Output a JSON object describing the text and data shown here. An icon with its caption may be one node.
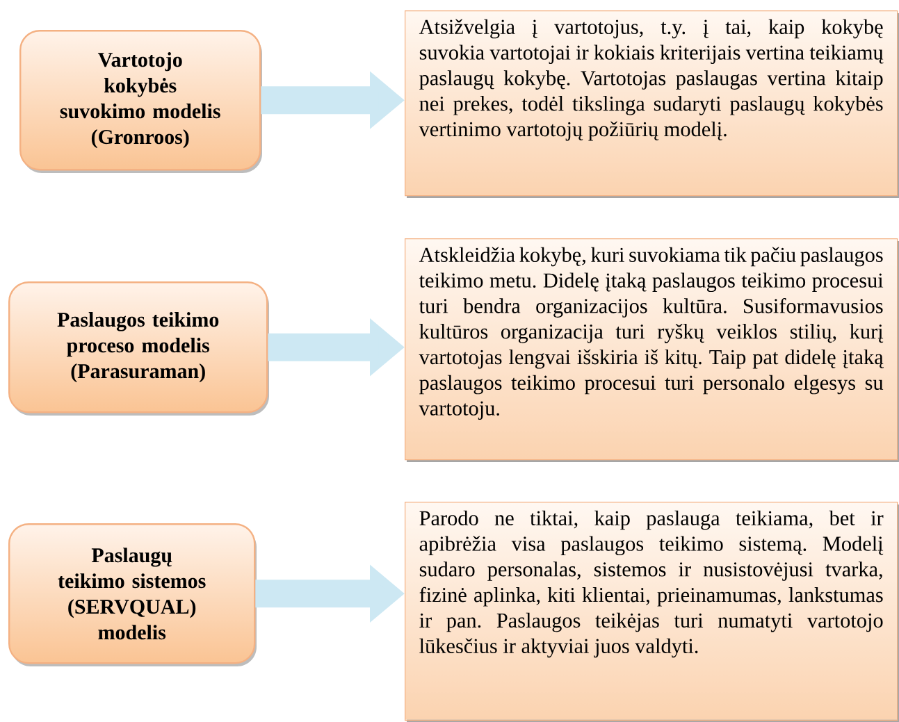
{
  "diagram": {
    "nodes": [
      {
        "text": [
          "Vartotojo kokybės suvokimo modelis (Gronroos)"
        ]
      },
      {
        "text": [
          "Atsižvelgia į vartotojus, t.y. į tai, kaip kokybę suvokia vartotojai ir kokiais kriterijais vertina teikiamų paslaugų kokybę. Vartotojas paslaugas vertina kitaip nei prekes, todėl tikslinga sudaryti paslaugų kokybės vertinimo vartotojų požiūrių modelį."
        ]
      },
      {
        "text": [
          "Paslaugos teikimo proceso modelis (Parasuraman)"
        ]
      },
      {
        "text": [
          "Atskleidžia kokybę, kuri suvokiama tik pačiu paslaugos teikimo metu. Didelę įtaką paslaugos teikimo procesui turi bendra organizacijos kultūra. Susiformavusios kultūros organizacija turi ryškų veiklos stilių, kurį vartotojas lengvai išskiria iš kitų. Taip pat didelę įtaką paslaugos teikimo procesui turi personalo elgesys su vartotoju."
        ]
      },
      {
        "text": [
          "Paslaugų teikimo sistemos (SERVQUAL) modelis"
        ]
      },
      {
        "text": [
          "Parodo ne tiktai, kaip paslauga teikiama, bet ir apibrėžia visa paslaugos teikimo sistemą. Modelį sudaro personalas, sistemos ir nusistovėjusi tvarka, fizinė aplinka, kiti klientai, prieinamumas, lankstumas ir pan. Paslaugos teikėjas turi numatyti vartotojo lūkesčius ir aktyviai juos valdyti."
        ]
      }
    ],
    "edges": [
      {
        "from": 0,
        "to": 1,
        "arrow": "to"
      },
      {
        "from": 2,
        "to": 3,
        "arrow": "to"
      },
      {
        "from": 4,
        "to": 5,
        "arrow": "to"
      }
    ]
  }
}
